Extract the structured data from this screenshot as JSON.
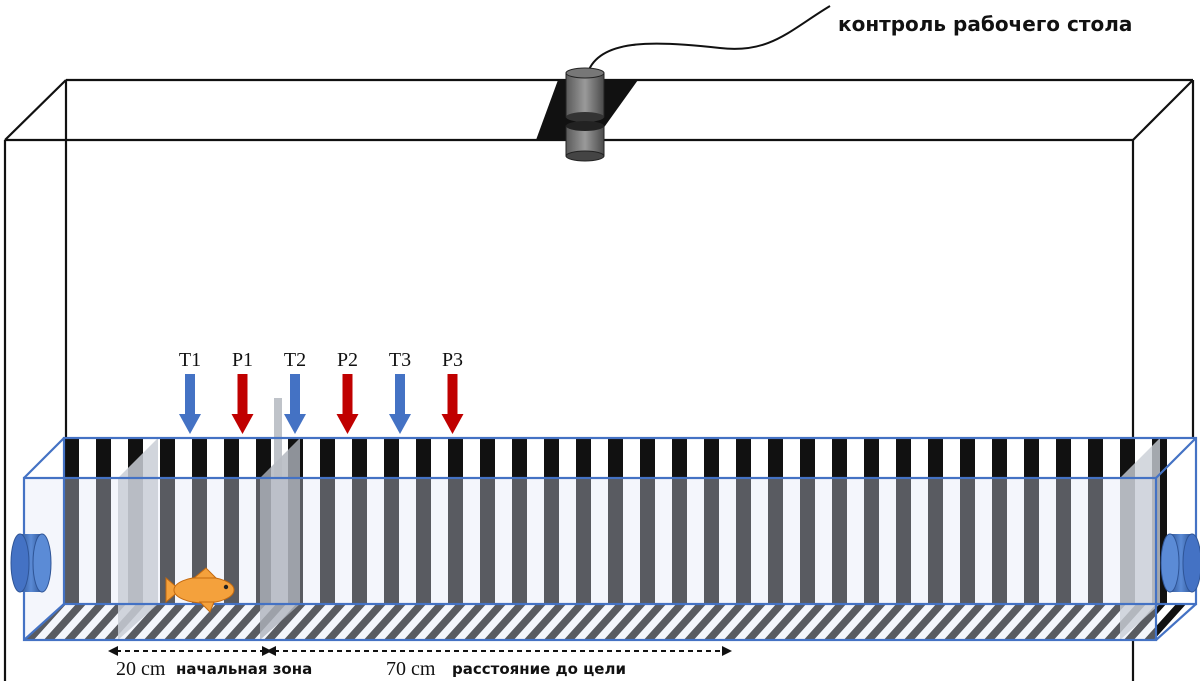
{
  "camera": {
    "label": "контроль рабочего стола"
  },
  "markers": [
    {
      "label": "T1",
      "kind": "T",
      "color": "#4472c4"
    },
    {
      "label": "P1",
      "kind": "P",
      "color": "#c00000"
    },
    {
      "label": "T2",
      "kind": "T",
      "color": "#4472c4"
    },
    {
      "label": "P2",
      "kind": "P",
      "color": "#c00000"
    },
    {
      "label": "T3",
      "kind": "T",
      "color": "#4472c4"
    },
    {
      "label": "P3",
      "kind": "P",
      "color": "#c00000"
    }
  ],
  "distances": {
    "start_zone": {
      "value": "20 cm",
      "label": "начальная зона"
    },
    "goal_distance": {
      "value": "70 cm",
      "label": "расстояние до цели"
    }
  },
  "colors": {
    "tank_outline": "#4472c4",
    "stripe": "#111111",
    "fish": "#f4a13c",
    "cap": "#4472c4",
    "frame": "#111111"
  },
  "icons": {
    "camera": "camera-icon",
    "fish": "fish-icon"
  }
}
